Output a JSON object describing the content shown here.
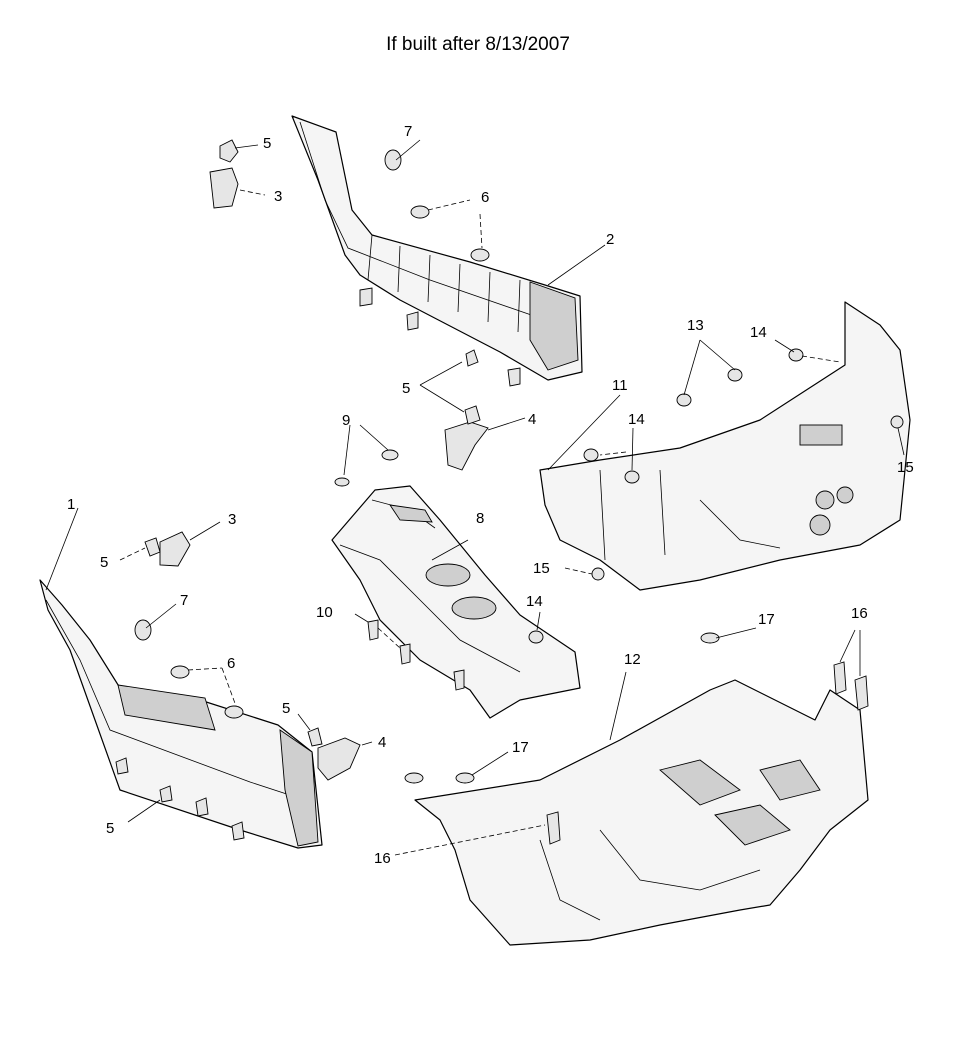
{
  "title": "If built after 8/13/2007",
  "callouts": {
    "c1": "1",
    "c2": "2",
    "c3a": "3",
    "c3b": "3",
    "c4a": "4",
    "c4b": "4",
    "c5a": "5",
    "c5b": "5",
    "c5c": "5",
    "c5d": "5",
    "c5e": "5",
    "c6a": "6",
    "c6b": "6",
    "c7a": "7",
    "c7b": "7",
    "c8": "8",
    "c9": "9",
    "c10": "10",
    "c11": "11",
    "c12": "12",
    "c13": "13",
    "c14a": "14",
    "c14b": "14",
    "c14c": "14",
    "c15a": "15",
    "c15b": "15",
    "c16a": "16",
    "c16b": "16",
    "c17a": "17",
    "c17b": "17"
  }
}
